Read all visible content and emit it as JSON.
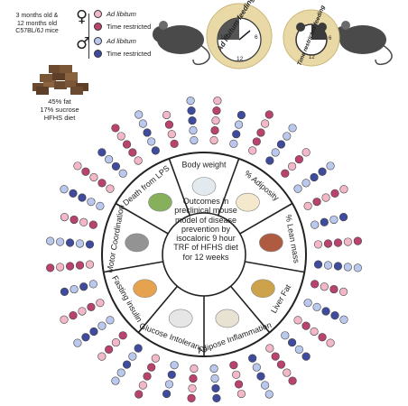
{
  "header": {
    "mice_text": [
      "3 months old &",
      "12 months old",
      "C57BL/6J mice"
    ],
    "female_symbol": "♀",
    "male_symbol": "♂",
    "legend": [
      {
        "label": "Ad libitum",
        "italic": true,
        "color": "#f2b8c8"
      },
      {
        "label": "Time restricted",
        "italic": false,
        "color": "#b9436e"
      },
      {
        "label": "Ad libitum",
        "italic": true,
        "color": "#b9c8ec"
      },
      {
        "label": "Time restricted",
        "italic": false,
        "color": "#3f4b9c"
      }
    ]
  },
  "diet": {
    "lines": [
      "45% fat",
      "17% sucrose",
      "HFHS diet"
    ]
  },
  "clocks": {
    "ad_lib_label": "Ad libitum feeding",
    "trf_label": "Time restricted feeding",
    "ad_lib_numbers": [
      "18",
      "12",
      "6"
    ],
    "trf_numbers": [
      "6",
      "12"
    ]
  },
  "center_text": [
    "Outcomes in",
    "preclinical mouse",
    "model of disease",
    "prevention by",
    "isocaloric 9 hour",
    "TRF of HFHS diet",
    "for 12 weeks"
  ],
  "outcomes": [
    {
      "label": "Body weight"
    },
    {
      "label": "% Adiposity"
    },
    {
      "label": "% Lean mass"
    },
    {
      "label": "Liver Fat"
    },
    {
      "label": "Adipose Inflammation"
    },
    {
      "label": "Glucose Intolerance"
    },
    {
      "label": "Fasting insulin"
    },
    {
      "label": "Motor Coordination"
    },
    {
      "label": "Death from LPS"
    }
  ],
  "colors": {
    "female_adlib": "#f2b8c8",
    "female_trf": "#b9436e",
    "male_adlib": "#b9c8ec",
    "male_trf": "#3f4b9c",
    "clock_fill": "#e9d9a6",
    "clock_dark": "#3b3b3b"
  }
}
